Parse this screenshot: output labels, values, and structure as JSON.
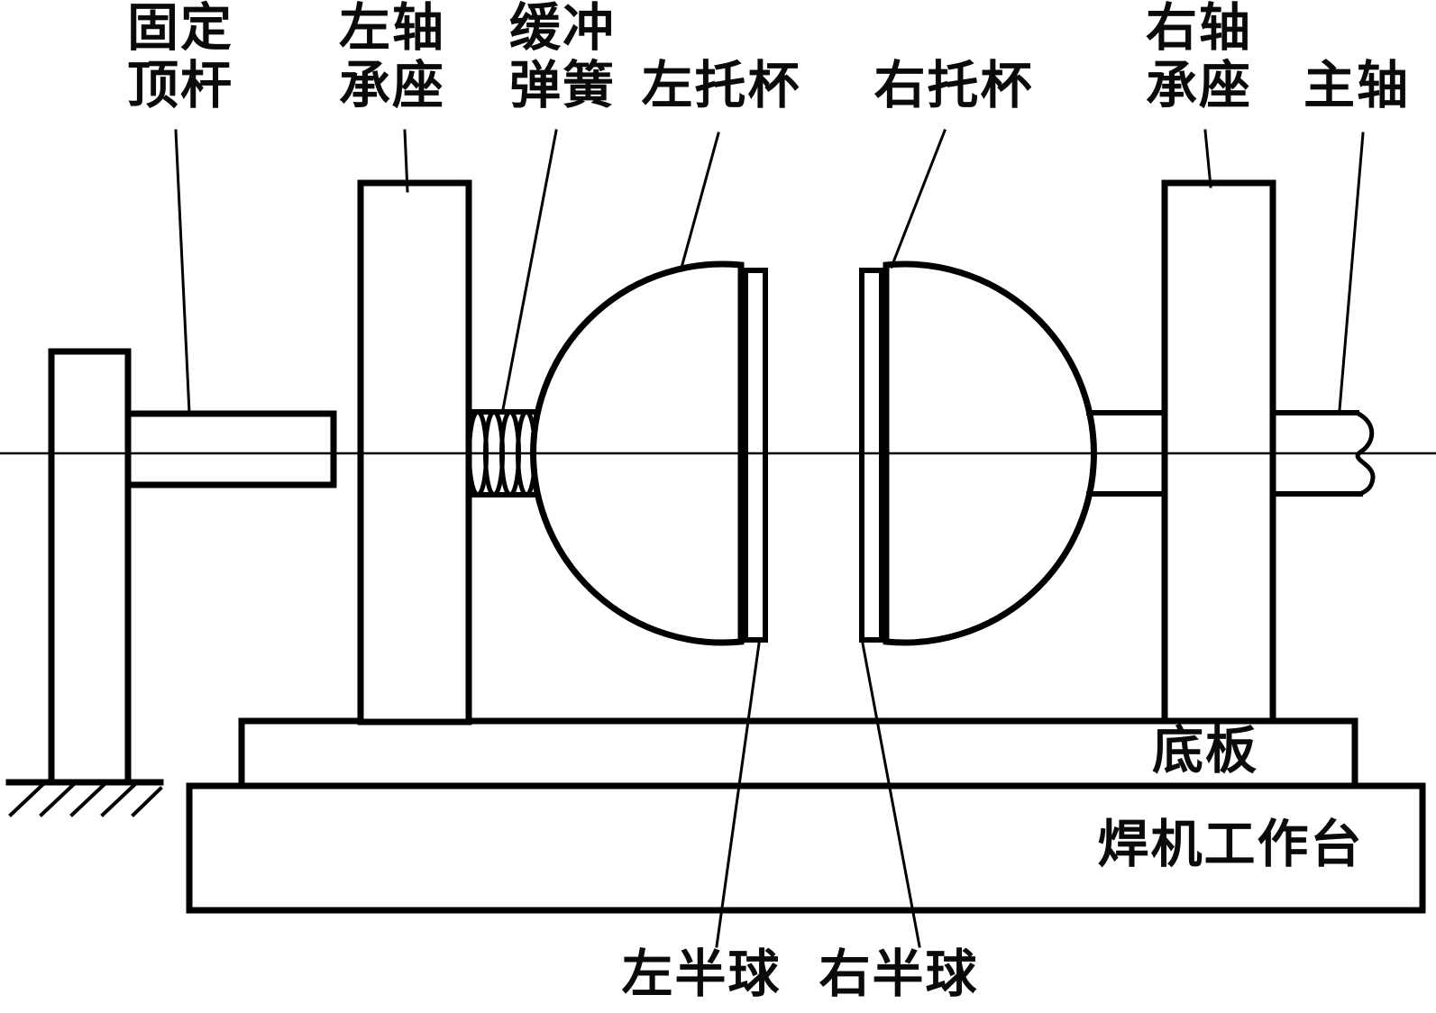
{
  "labels": {
    "fixed_push_rod": {
      "line1": "固定",
      "line2": "顶杆"
    },
    "left_bearing_seat": {
      "line1": "左轴",
      "line2": "承座"
    },
    "buffer_spring": {
      "line1": "缓冲",
      "line2": "弹簧"
    },
    "left_cup": {
      "text": "左托杯"
    },
    "right_cup": {
      "text": "右托杯"
    },
    "right_bearing_seat": {
      "line1": "右轴",
      "line2": "承座"
    },
    "main_shaft": {
      "text": "主轴"
    },
    "base_plate": {
      "text": "底板"
    },
    "welder_worktable": {
      "text": "焊机工作台"
    },
    "left_hemisphere": {
      "text": "左半球"
    },
    "right_hemisphere": {
      "text": "右半球"
    }
  },
  "colors": {
    "line": "#000000",
    "background": "#ffffff"
  }
}
